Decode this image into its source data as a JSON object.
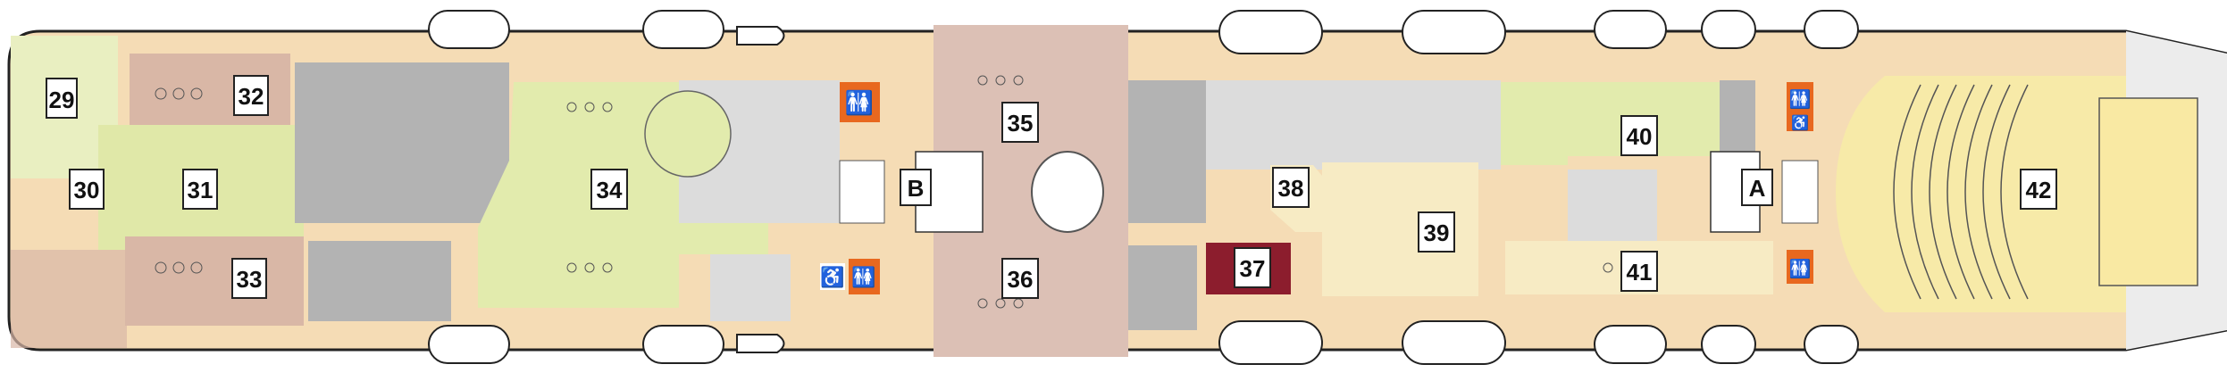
{
  "deck_plan": {
    "areas": [
      {
        "id": "29",
        "label": "29",
        "color": "#e9efc1"
      },
      {
        "id": "30",
        "label": "30",
        "color": "#dfe8b5"
      },
      {
        "id": "31",
        "label": "31",
        "color": "#e0e8a8"
      },
      {
        "id": "32",
        "label": "32",
        "color": "#d9b7a6"
      },
      {
        "id": "33",
        "label": "33",
        "color": "#d9b7a6"
      },
      {
        "id": "34",
        "label": "34",
        "color": "#e2ebad"
      },
      {
        "id": "35",
        "label": "35",
        "color": "#e4cabe"
      },
      {
        "id": "36",
        "label": "36",
        "color": "#e4cabe"
      },
      {
        "id": "37",
        "label": "37",
        "color": "#8c1d2d"
      },
      {
        "id": "38",
        "label": "38",
        "color": "#f7ebc4"
      },
      {
        "id": "39",
        "label": "39",
        "color": "#f7ebc4"
      },
      {
        "id": "40",
        "label": "40",
        "color": "#e2ebad"
      },
      {
        "id": "41",
        "label": "41",
        "color": "#f7ebc4"
      },
      {
        "id": "42",
        "label": "42",
        "color": "#f7eaa8"
      }
    ],
    "stairs": [
      {
        "id": "A",
        "label": "A"
      },
      {
        "id": "B",
        "label": "B"
      }
    ],
    "restroom_icons": [
      "restroom-icon",
      "restroom-icon",
      "accessible-restroom-icon",
      "restroom-icon",
      "accessible-restroom-icon",
      "restroom-icon"
    ],
    "colors": {
      "corridor": "#f5dcb5",
      "hull_outline": "#222222",
      "grey_area": "#b3b3b3",
      "light_grey": "#dcdcdc",
      "atrium": "#dcc0b5",
      "restroom": "#e8681f",
      "lifeboat": "#ffffff"
    }
  }
}
